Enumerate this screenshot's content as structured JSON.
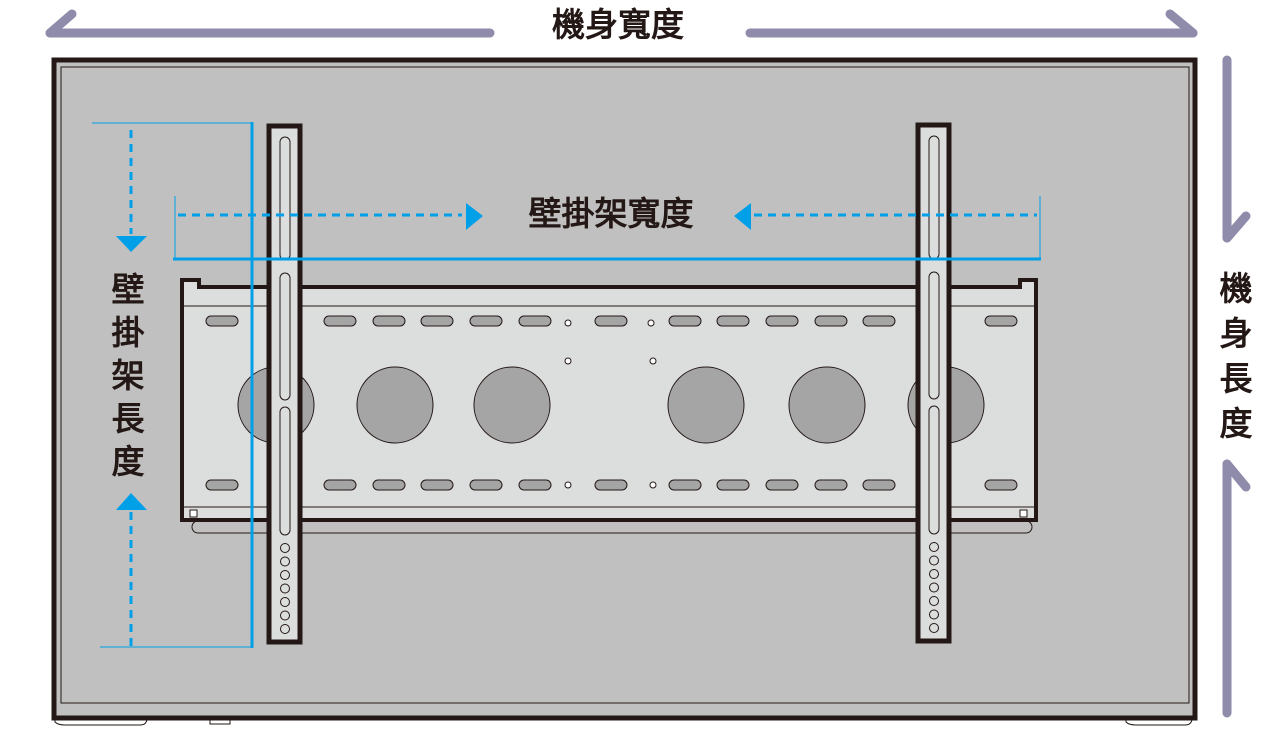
{
  "labels": {
    "tv_width": "機身寬度",
    "tv_height": "機身長度",
    "mount_width": "壁掛架寬度",
    "mount_height": "壁掛架長度"
  },
  "colors": {
    "outer_arrow": "#8f8bab",
    "dimension_blue": "#00a0e9",
    "screen": "#c0c0c0",
    "plate": "#dcdddd",
    "hole": "#a5a5a5",
    "outline": "#231815"
  }
}
